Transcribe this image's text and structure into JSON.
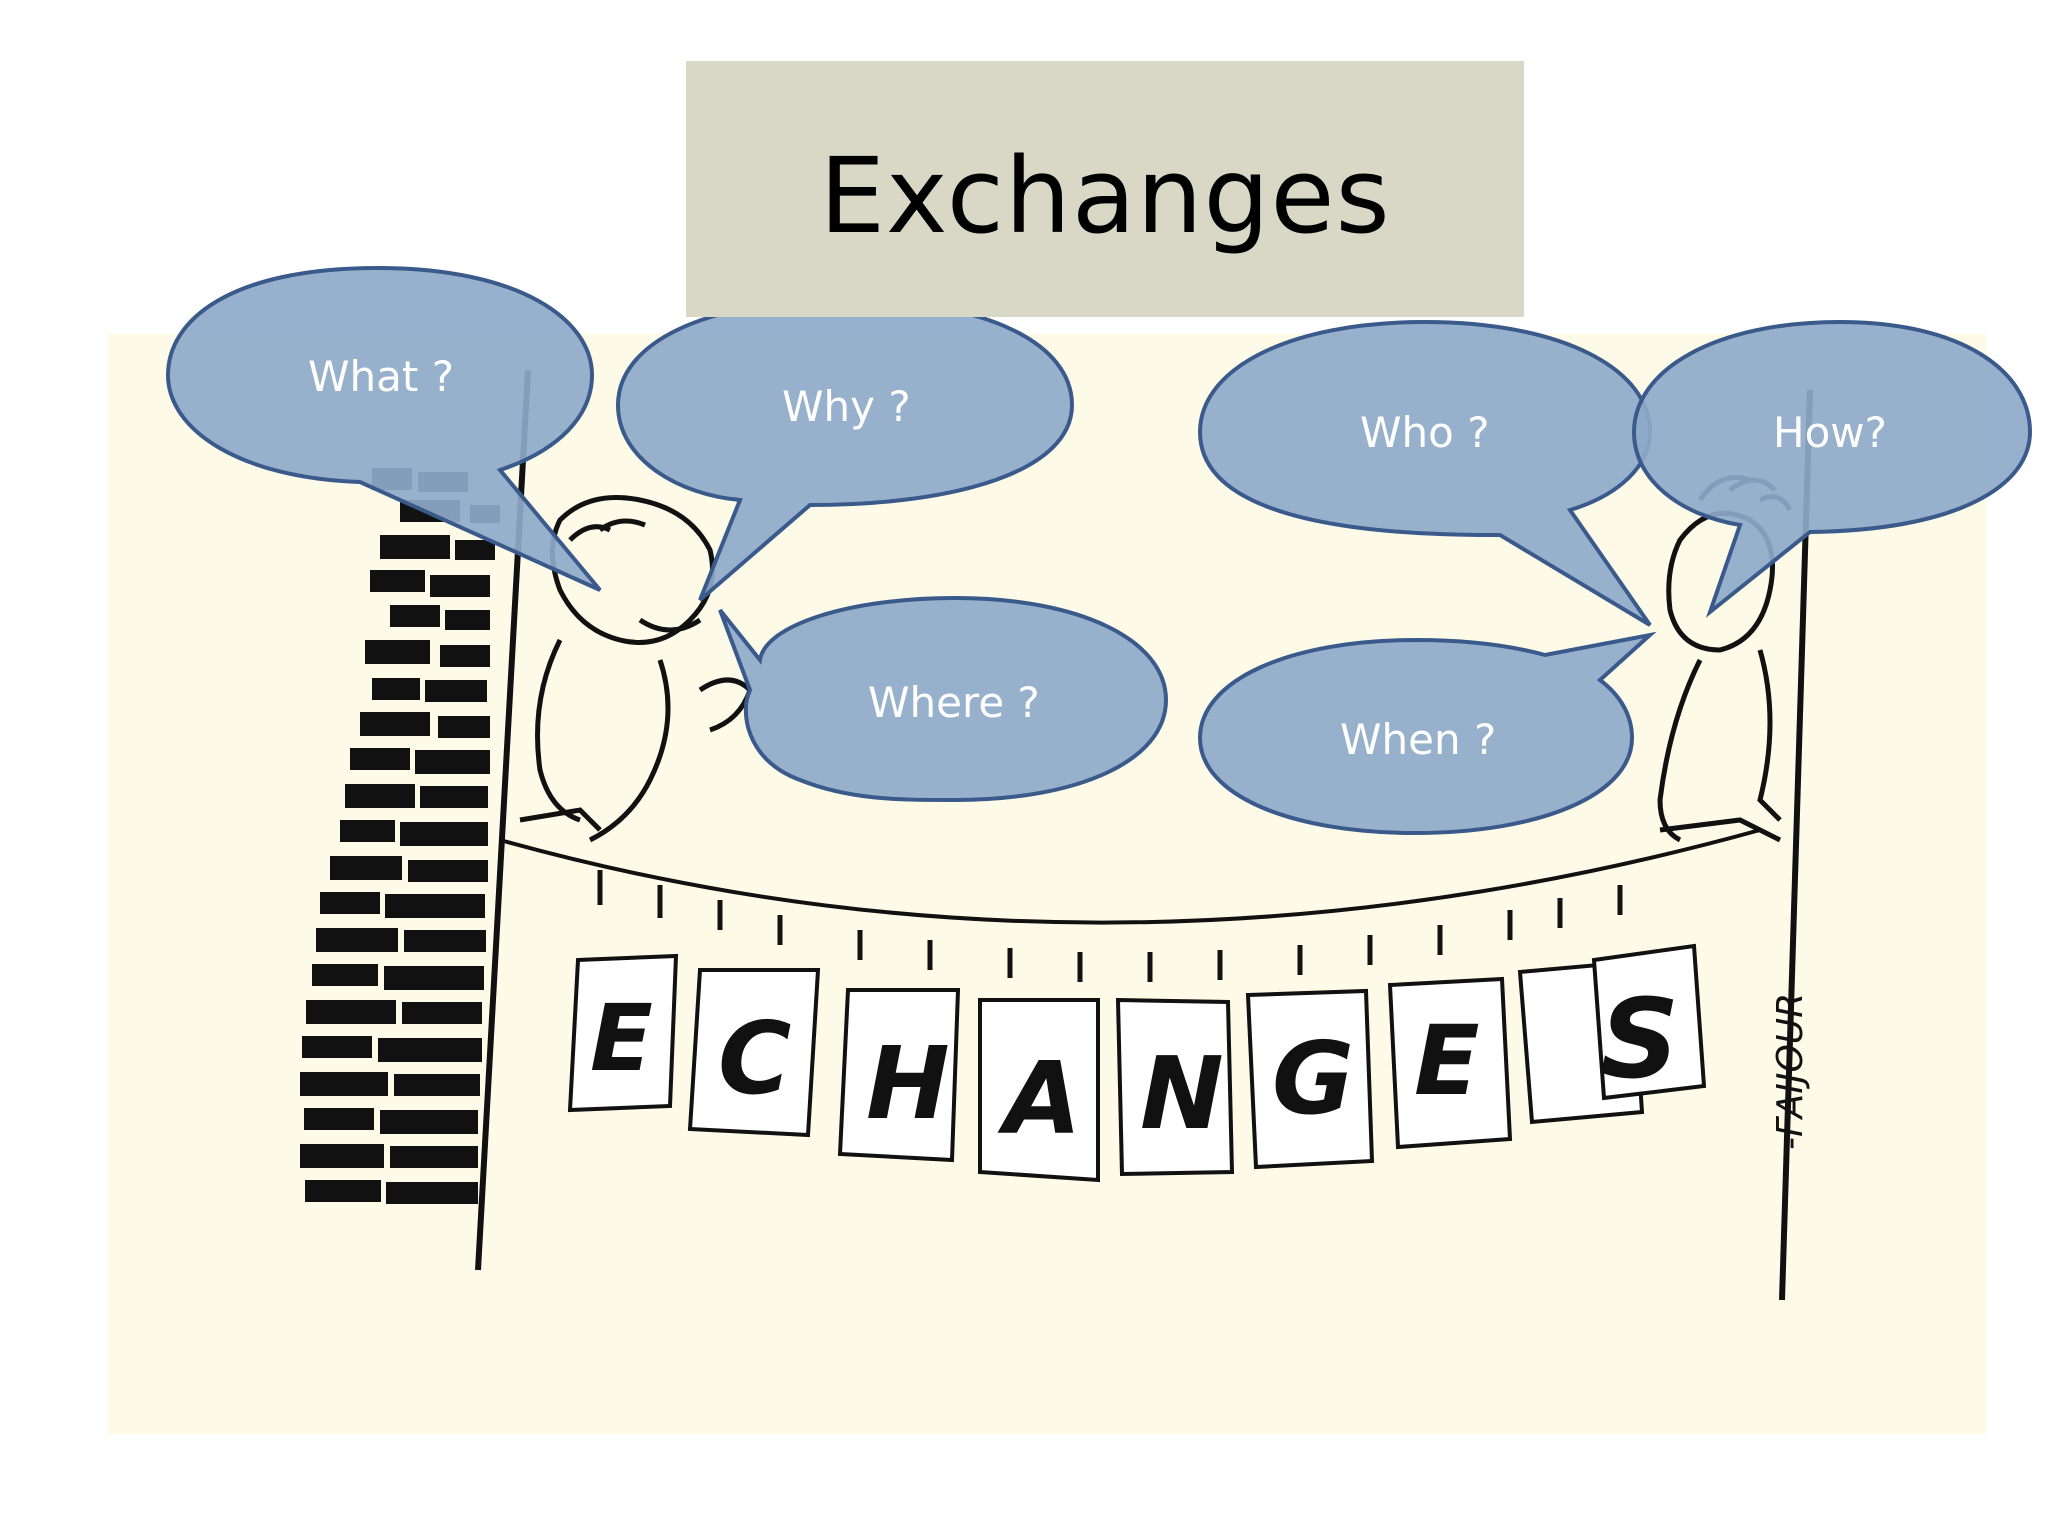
{
  "slide": {
    "title": "Exchanges"
  },
  "cartoon": {
    "banner_letters": [
      "E",
      "C",
      "H",
      "A",
      "N",
      "G",
      "E",
      "S"
    ],
    "signature": "-FAIJOUR-"
  },
  "bubbles": {
    "what": "What ?",
    "why": "Why ?",
    "where": "Where ?",
    "who": "Who ?",
    "how": "How?",
    "when": "When ?"
  },
  "colors": {
    "title_bg": "#d9d7c5",
    "cartoon_bg": "#fdfbe8",
    "bubble_fill": "#8ea9c9",
    "bubble_stroke": "#3a5a8c",
    "ink": "#111111"
  }
}
